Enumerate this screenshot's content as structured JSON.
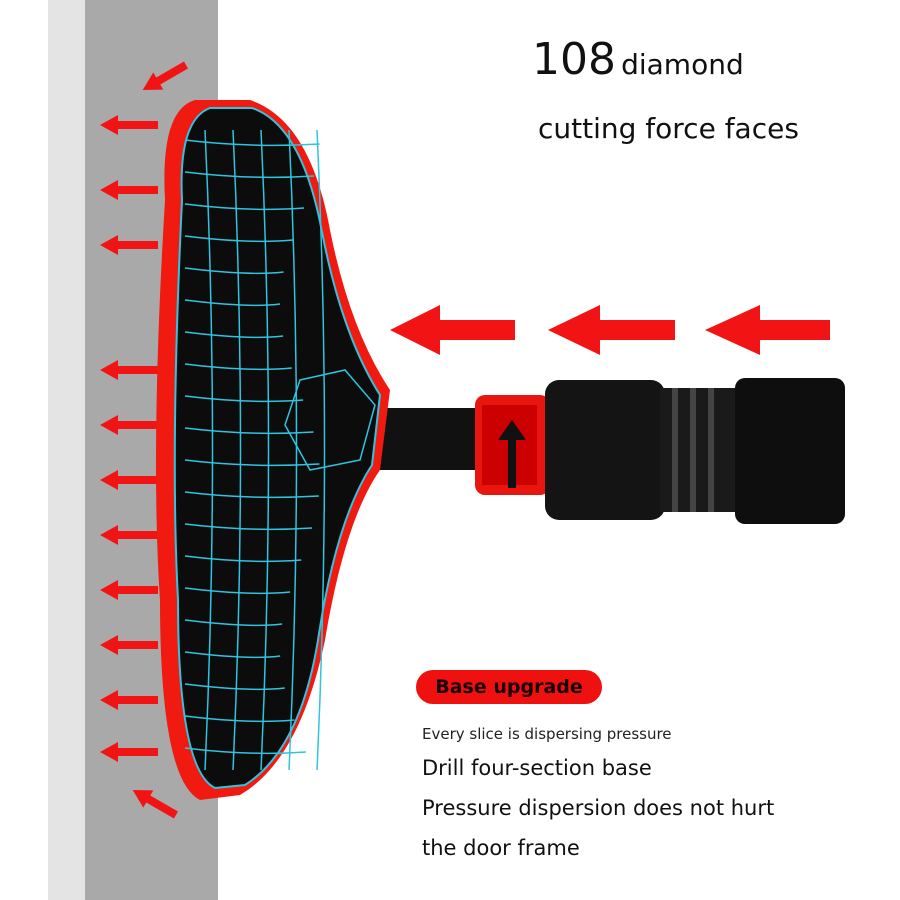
{
  "headline": {
    "number": "108",
    "word": "diamond",
    "line2": "cutting force faces"
  },
  "badge": "Base upgrade",
  "subtitle": "Every slice is dispersing pressure",
  "lines": [
    "Drill four-section base",
    "Pressure dispersion does not hurt",
    "the door frame"
  ],
  "colors": {
    "accent_red": "#ef1010",
    "mesh_cyan": "#2fc4e0",
    "wall_gray": "#a9a9a9",
    "frame_light": "#e4e4e4"
  },
  "icons": [
    "pressure-arrow-icon",
    "push-arrow-icon",
    "rotate-arrow-icon"
  ]
}
